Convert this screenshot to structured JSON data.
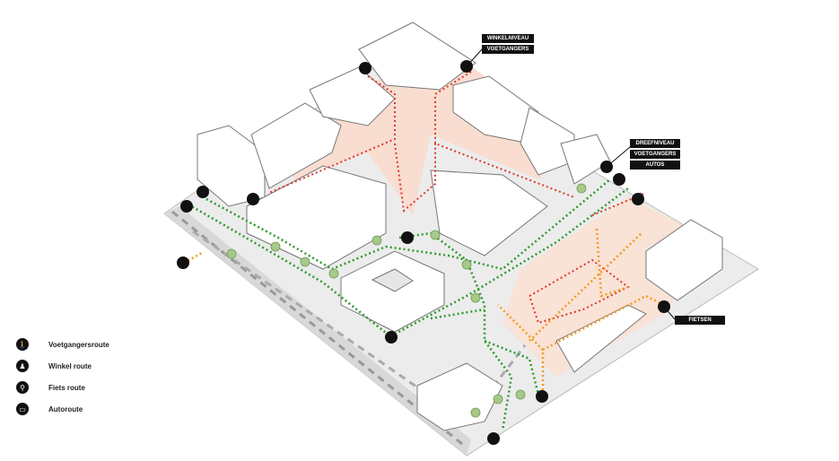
{
  "callouts": {
    "winkel": [
      "WINKELNIVEAU",
      "VOETGANGERS"
    ],
    "dreef": [
      "DREEFNIVEAU",
      "VOETGANGERS",
      "AUTOS"
    ],
    "fietsen": "FIETSEN"
  },
  "legend": [
    {
      "icon": "pedestrian-icon",
      "glyph": "🚶",
      "label": "Voetgangersroute"
    },
    {
      "icon": "shopping-icon",
      "glyph": "♟",
      "label": "Winkel route"
    },
    {
      "icon": "bicycle-icon",
      "glyph": "⚲",
      "label": "Fiets route"
    },
    {
      "icon": "car-icon",
      "glyph": "▭",
      "label": "Autoroute"
    }
  ],
  "colors": {
    "pedestrian": "#2f9a2f",
    "shopping": "#e0352b",
    "bicycle": "#f39a1e",
    "plaza": "#f8ddd0",
    "ground": "#e4e4e4"
  }
}
